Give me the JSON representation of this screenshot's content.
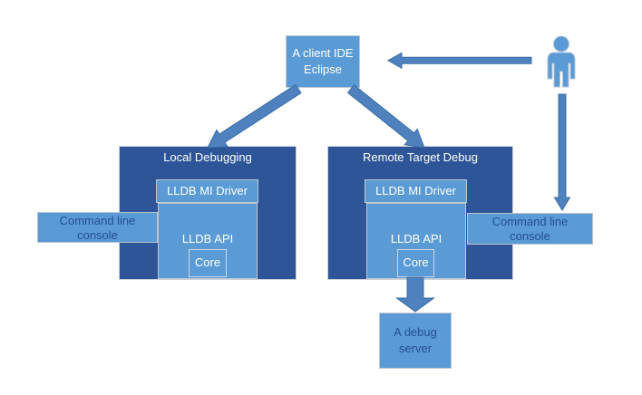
{
  "diagram": {
    "colors": {
      "panel_dark": "#2E5597",
      "node_blue": "#5B9BD5",
      "arrow_fill": "#4E81BD",
      "arrow_stroke": "#3C6EA5",
      "text_white": "#FFFFFF",
      "text_navy": "#24508F",
      "background": "#FFFFFF"
    },
    "client_ide": {
      "line1": "A client IDE",
      "line2": "Eclipse"
    },
    "person": {
      "icon": "person-icon"
    },
    "local_panel": {
      "title": "Local Debugging",
      "mi_driver": "LLDB MI Driver",
      "api": "LLDB API",
      "core": "Core"
    },
    "remote_panel": {
      "title": "Remote Target Debug",
      "mi_driver": "LLDB MI Driver",
      "api": "LLDB API",
      "core": "Core"
    },
    "console_left": {
      "line1": "Command line",
      "line2": "console"
    },
    "console_right": {
      "line1": "Command line",
      "line2": "console"
    },
    "debug_server": {
      "line1": "A debug",
      "line2": "server"
    },
    "connections": [
      {
        "from": "person",
        "to": "client-ide-box",
        "direction": "left"
      },
      {
        "from": "client-ide-box",
        "to": "local-debugging-panel",
        "direction": "down-left"
      },
      {
        "from": "client-ide-box",
        "to": "remote-target-debug-panel",
        "direction": "down-right"
      },
      {
        "from": "person",
        "to": "command-line-console-right",
        "direction": "down"
      },
      {
        "from": "remote-core",
        "to": "debug-server-box",
        "direction": "down"
      }
    ]
  }
}
